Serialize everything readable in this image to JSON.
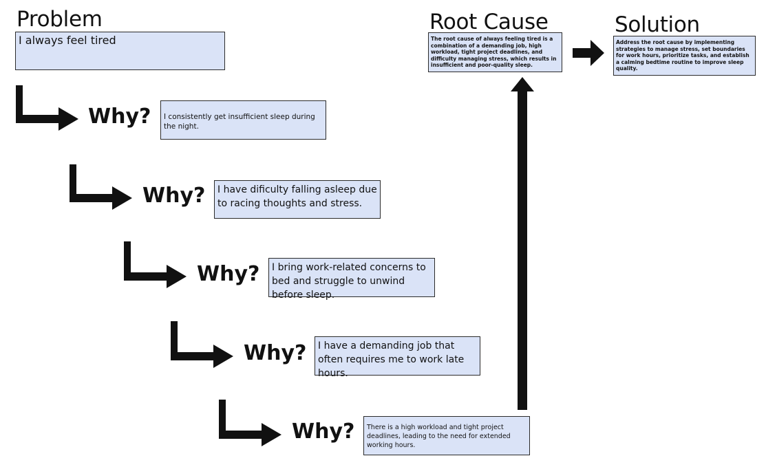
{
  "headings": {
    "problem": "Problem",
    "root_cause": "Root Cause",
    "solution": "Solution"
  },
  "problem_text": "I always feel tired",
  "whys": [
    {
      "label": "Why?",
      "answer": "I consistently get insufficient sleep during the night."
    },
    {
      "label": "Why?",
      "answer": "I have dificulty falling asleep due to racing thoughts and stress."
    },
    {
      "label": "Why?",
      "answer": "I bring work-related concerns to bed and struggle to unwind before sleep."
    },
    {
      "label": "Why?",
      "answer": "I have a demanding job that often requires me to work late hours."
    },
    {
      "label": "Why?",
      "answer": "There is a high workload and tight project deadlines, leading to the need for extended working hours."
    }
  ],
  "root_cause_text": "The root cause of always feeling tired is a combination of a demanding job, high workload, tight project deadlines, and difficulty managing stress, which results in insufficient and poor-quality sleep.",
  "solution_text": "Address the root cause by implementing strategies to manage stress, set boundaries for work hours, prioritize tasks, and establish a calming bedtime routine to improve sleep quality.",
  "colors": {
    "box_fill": "#dae3f7",
    "box_border": "#2a2a2a",
    "arrow": "#111111"
  },
  "icons": [
    "elbow-arrow-icon",
    "up-arrow-icon",
    "right-arrow-icon"
  ]
}
